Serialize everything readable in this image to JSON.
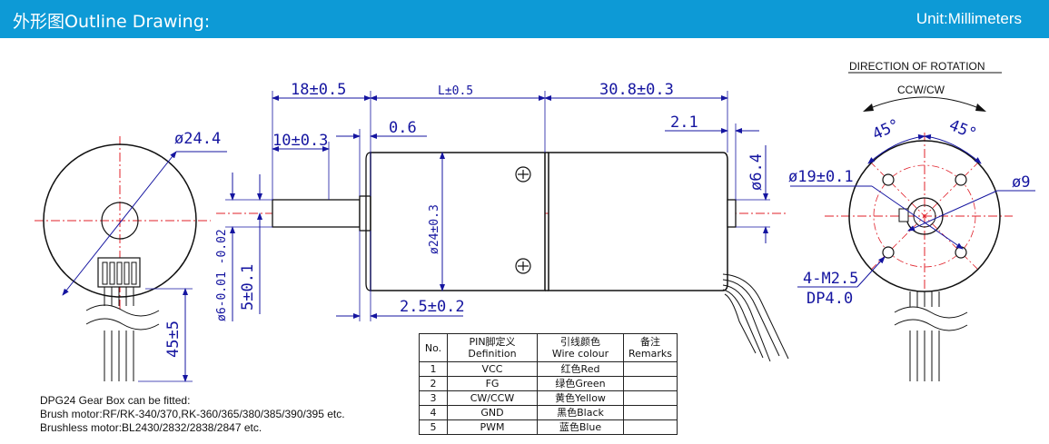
{
  "header": {
    "title": "外形图Outline Drawing:",
    "unit": "Unit:Millimeters",
    "background": "#0d9ad6"
  },
  "rotation": {
    "title": "DIRECTION OF ROTATION",
    "label": "CCW/CW",
    "angle_left": "45°",
    "angle_right": "45°"
  },
  "dimensions": {
    "body_diameter": "ø24.4",
    "shaft_length": "18±0.5",
    "gearbox_length": "L±0.5",
    "motor_length": "30.8±0.3",
    "shaft_flat": "10±0.3",
    "collar": "0.6",
    "rear_boss": "2.1",
    "boss_diameter": "ø6.4",
    "body_dia_vertical": "ø24±0.3",
    "shaft_dia": "ø6-0.01 -0.02",
    "shaft_flat_width": "5±0.1",
    "collar_length": "2.5±0.2",
    "lead_length": "45±5",
    "bolt_circle": "ø19±0.1",
    "pilot_dia": "ø9",
    "screw_spec": "4-M2.5",
    "screw_depth": "DP4.0"
  },
  "pin_table": {
    "headers": {
      "no": "No.",
      "pin_cn": "PIN脚定义",
      "pin_en": "Definition",
      "wire_cn": "引线颜色",
      "wire_en": "Wire colour",
      "remark_cn": "备注",
      "remark_en": "Remarks"
    },
    "rows": [
      {
        "no": "1",
        "def": "VCC",
        "color": "红色Red",
        "remark": ""
      },
      {
        "no": "2",
        "def": "FG",
        "color": "绿色Green",
        "remark": ""
      },
      {
        "no": "3",
        "def": "CW/CCW",
        "color": "黄色Yellow",
        "remark": ""
      },
      {
        "no": "4",
        "def": "GND",
        "color": "黑色Black",
        "remark": ""
      },
      {
        "no": "5",
        "def": "PWM",
        "color": "蓝色Blue",
        "remark": ""
      }
    ]
  },
  "notes": {
    "line1": "DPG24 Gear Box can be fitted:",
    "line2": "Brush motor:RF/RK-340/370,RK-360/365/380/385/390/395 etc.",
    "line3": "Brushless motor:BL2430/2832/2838/2847 etc."
  },
  "colors": {
    "dimension": "#1515a0",
    "centerline": "#e0202a",
    "outline": "#111111"
  }
}
